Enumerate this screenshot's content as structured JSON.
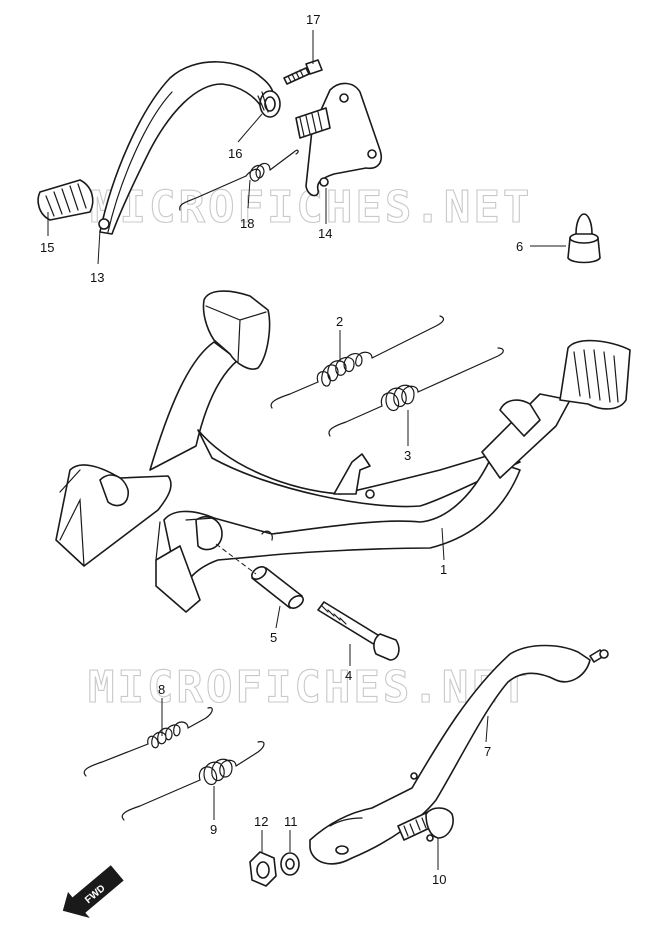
{
  "watermark": "MICROFICHES.NET",
  "fwd_arrow": {
    "label": "FWD"
  },
  "callouts": [
    "1",
    "2",
    "3",
    "4",
    "5",
    "6",
    "7",
    "8",
    "9",
    "10",
    "11",
    "12",
    "13",
    "14",
    "15",
    "16",
    "17",
    "18"
  ]
}
